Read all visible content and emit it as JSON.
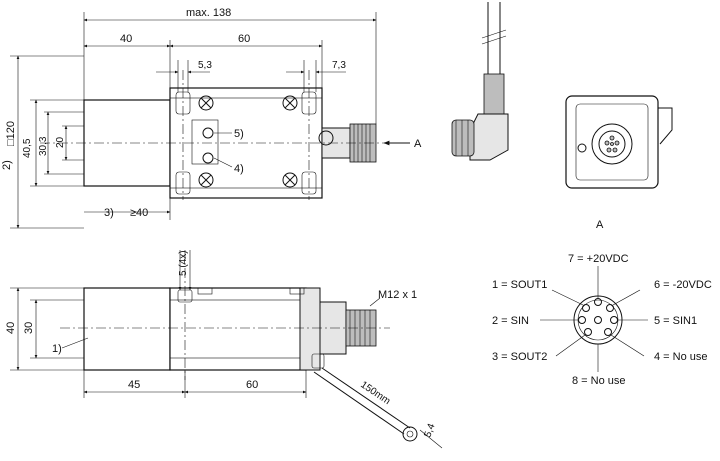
{
  "diagram": {
    "top_view": {
      "dimensions": {
        "overall": "max. 138",
        "head": "40",
        "body": "60",
        "hole_a": "5,3",
        "hole_b": "7,3",
        "h_outer": "40,5",
        "h_mid": "30,3",
        "h_inner": "20",
        "h_side": "120",
        "side_note": "2)",
        "bottom_note": "3)",
        "bottom_dim": "≥40"
      },
      "callouts": {
        "c5": "5)",
        "c4": "4)"
      },
      "view_marker": "A"
    },
    "front_view": {
      "dimensions": {
        "hole": "5 (4x)",
        "h_outer": "40",
        "h_inner": "30",
        "w_head": "45",
        "w_body": "60",
        "cable_len": "150mm",
        "ring": "5,4"
      },
      "callouts": {
        "c1": "1)"
      },
      "connector_label": "M12 x 1"
    },
    "view_a_label": "A",
    "pinout": {
      "top": "7 = +20VDC",
      "left": [
        "1 = SOUT1",
        "2 = SIN",
        "3 = SOUT2"
      ],
      "right": [
        "6 = -20VDC",
        "5 = SIN1",
        "4 = No use"
      ],
      "bottom": "8 = No use"
    }
  }
}
